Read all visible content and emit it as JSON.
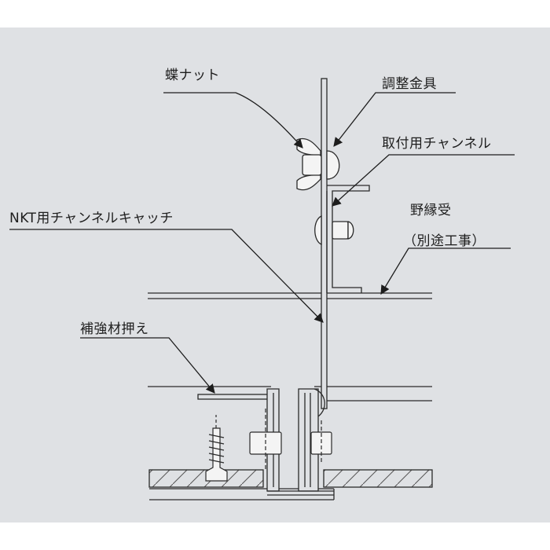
{
  "labels": {
    "wing_nut": "蝶ナット",
    "adjust_bracket": "調整金具",
    "mounting_channel": "取付用チャンネル",
    "nkt_channel_catch": "NKT用チャンネルキャッチ",
    "furring_receiver": "野縁受",
    "separate_work": "（別途工事）",
    "reinforcement_holder": "補強材押え"
  },
  "colors": {
    "panel": "#dfe1e4",
    "line": "#2a2a2a",
    "text": "#1d1d1d"
  }
}
